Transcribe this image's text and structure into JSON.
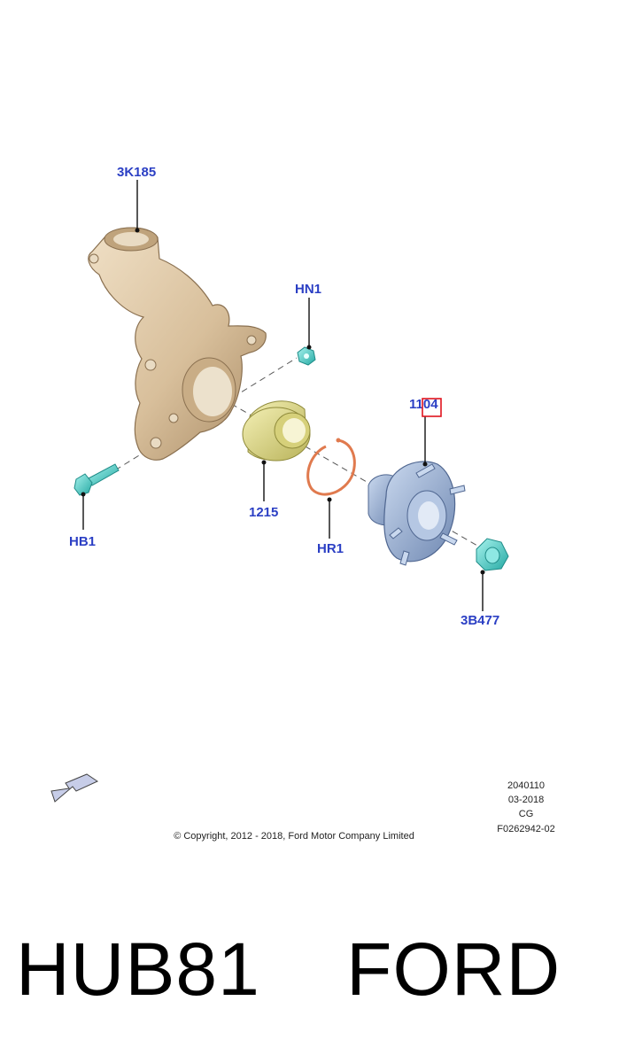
{
  "callouts": {
    "knuckle": "3K185",
    "nut_hn1": "HN1",
    "hub": "1104",
    "bolt": "HB1",
    "bearing": "1215",
    "ring": "HR1",
    "hub_nut": "3B477"
  },
  "drawing_info": {
    "line1": "2040110",
    "line2": "03-2018",
    "line3": "CG",
    "line4": "F0262942-02"
  },
  "copyright": "© Copyright, 2012 - 2018, Ford Motor Company Limited",
  "banner": {
    "part_number": "HUB81",
    "brand": "FORD"
  },
  "colors": {
    "callout_text": "#2b3fc4",
    "knuckle": "#d9c2a0",
    "bearing": "#e3dd8c",
    "ring": "#e07a4e",
    "hub": "#9fb6d8",
    "fastener": "#4fd6cf",
    "highlight": "#e0141e"
  }
}
